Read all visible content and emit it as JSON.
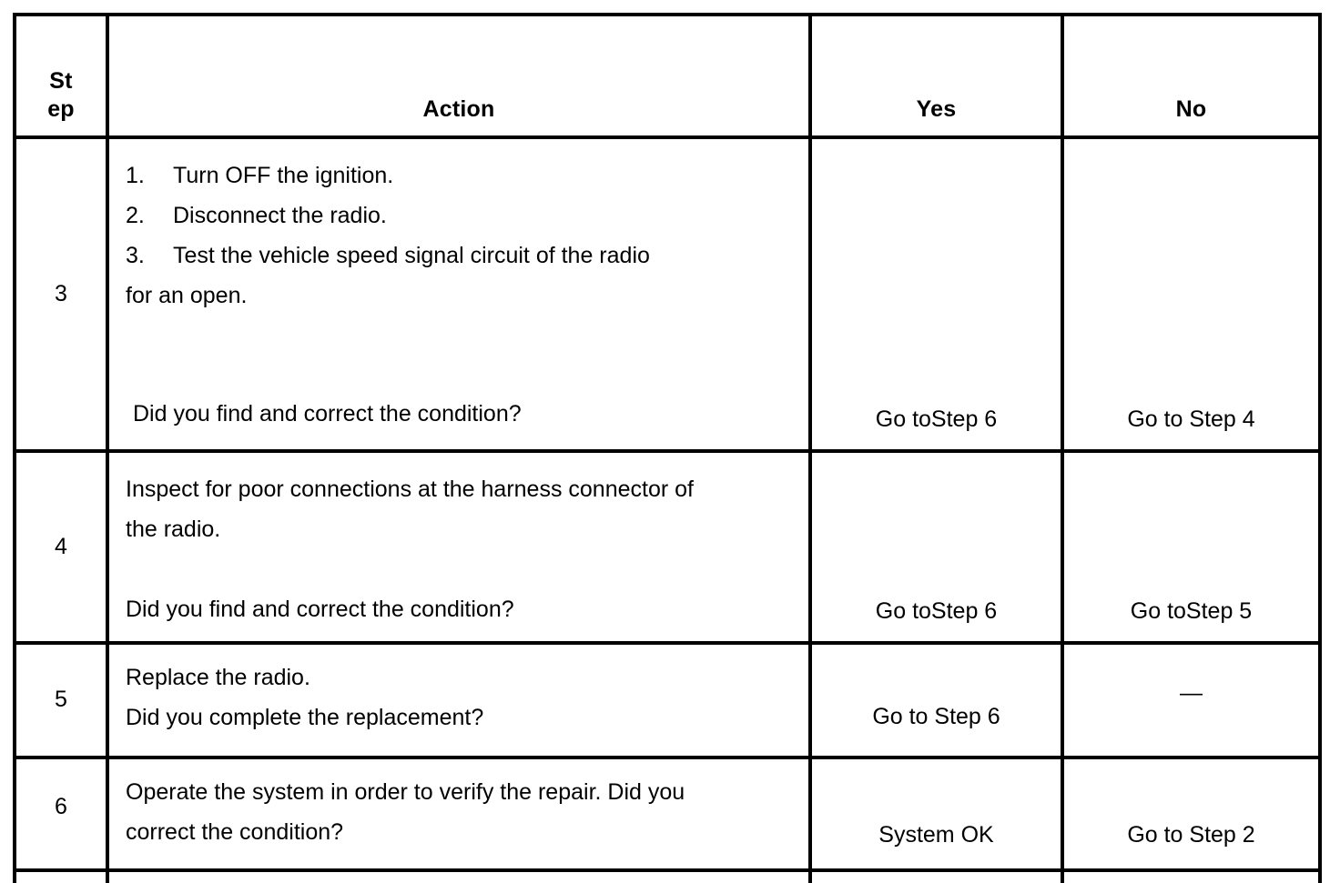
{
  "table": {
    "headers": {
      "step": "Step",
      "step_line1": "St",
      "step_line2": "ep",
      "action": "Action",
      "yes": "Yes",
      "no": "No"
    },
    "rows": [
      {
        "step": "3",
        "action": {
          "numbered": [
            {
              "num": "1.",
              "text": "Turn OFF the ignition."
            },
            {
              "num": "2.",
              "text": "Disconnect the radio."
            },
            {
              "num": "3.",
              "text": "Test the vehicle speed signal circuit of the radio"
            }
          ],
          "continuation": "for an open.",
          "question": " Did you find and correct the condition?"
        },
        "yes": "Go toStep 6",
        "no": "Go to Step 4"
      },
      {
        "step": "4",
        "action": {
          "line1": "Inspect for poor connections at the harness connector of",
          "line2": "the radio.",
          "question": "Did you find and correct the condition?"
        },
        "yes": "Go toStep 6",
        "no": "Go toStep 5"
      },
      {
        "step": "5",
        "action": {
          "line1": "Replace the radio.",
          "question": "Did you complete the replacement?"
        },
        "yes": "Go to Step 6",
        "no": "—"
      },
      {
        "step": "6",
        "action": {
          "line1": "Operate the system in order to verify the repair. Did you",
          "line2": "correct the condition?"
        },
        "yes": "System OK",
        "no": "Go to Step 2"
      }
    ]
  },
  "colors": {
    "border": "#000000",
    "text": "#000000",
    "background": "#ffffff"
  }
}
